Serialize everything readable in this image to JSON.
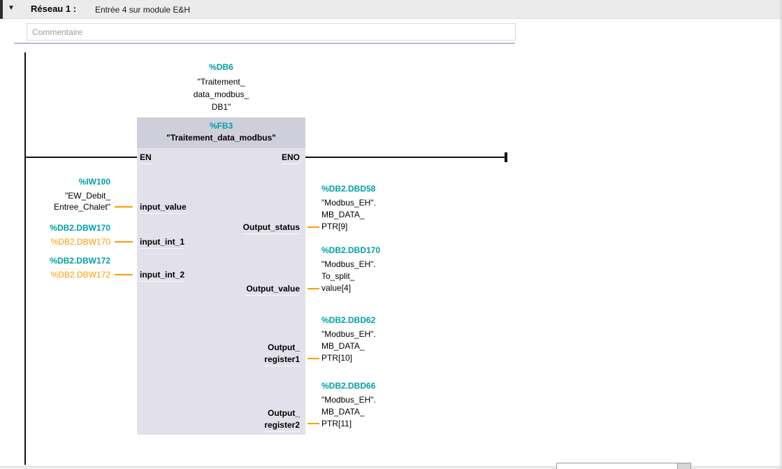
{
  "network_header": {
    "collapse_icon": "▼",
    "title": "Réseau 1 :",
    "subtitle": "Entrée 4 sur module E&H"
  },
  "comment": {
    "placeholder": "Commentaire"
  },
  "instance_db": {
    "address": "%DB6",
    "name_lines": [
      "\"Traitement_",
      "data_modbus_",
      "DB1\""
    ]
  },
  "block": {
    "address": "%FB3",
    "name": "\"Traitement_data_modbus\"",
    "en": "EN",
    "eno": "ENO"
  },
  "inputs": [
    {
      "pin": "input_value",
      "address": "%IW100",
      "operand_lines": [
        "\"EW_Debit_",
        "Entree_Chalet\""
      ]
    },
    {
      "pin": "input_int_1",
      "address": "%DB2.DBW170",
      "operand": "%DB2.DBW170"
    },
    {
      "pin": "input_int_2",
      "address": "%DB2.DBW172",
      "operand": "%DB2.DBW172"
    }
  ],
  "outputs": [
    {
      "pin_lines": [
        "Output_status"
      ],
      "address": "%DB2.DBD58",
      "operand_lines": [
        "\"Modbus_EH\".",
        "MB_DATA_",
        "PTR[9]"
      ]
    },
    {
      "pin_lines": [
        "Output_value"
      ],
      "address": "%DB2.DBD170",
      "operand_lines": [
        "\"Modbus_EH\".",
        "To_split_",
        "value[4]"
      ]
    },
    {
      "pin_lines": [
        "Output_",
        "register1"
      ],
      "address": "%DB2.DBD62",
      "operand_lines": [
        "\"Modbus_EH\".",
        "MB_DATA_",
        "PTR[10]"
      ]
    },
    {
      "pin_lines": [
        "Output_",
        "register2"
      ],
      "address": "%DB2.DBD66",
      "operand_lines": [
        "\"Modbus_EH\".",
        "MB_DATA_",
        "PTR[11]"
      ]
    }
  ],
  "colors": {
    "address_teal": "#00A0A6",
    "operand_orange": "#FF9C00",
    "block_header": "#CFCEDB",
    "block_body": "#E2E1EB"
  }
}
